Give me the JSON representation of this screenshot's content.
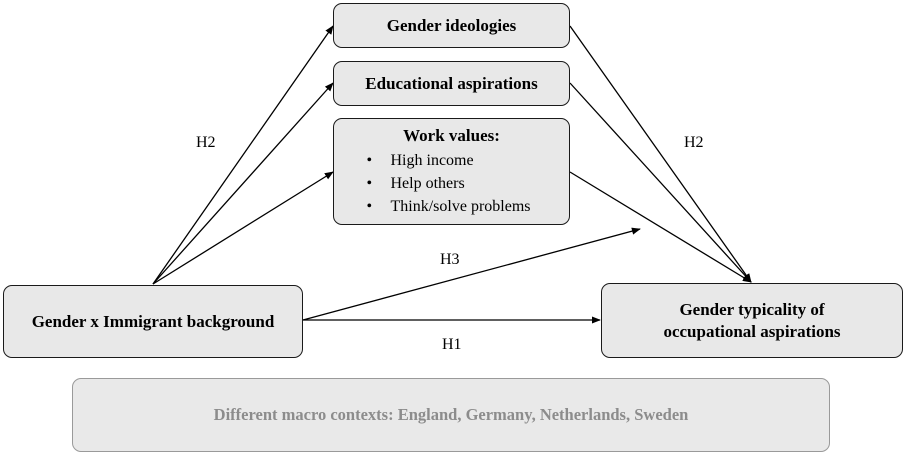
{
  "mediators": {
    "ideologies": "Gender ideologies",
    "aspirations": "Educational aspirations",
    "work_values": {
      "title": "Work values:",
      "items": [
        "High income",
        "Help others",
        "Think/solve problems"
      ]
    }
  },
  "predictor": "Gender x Immigrant background",
  "outcome": {
    "line1": "Gender typicality of",
    "line2": "occupational aspirations"
  },
  "context": "Different macro contexts: England, Germany, Netherlands, Sweden",
  "hypotheses": {
    "h2_left": "H2",
    "h2_right": "H2",
    "h3": "H3",
    "h1": "H1"
  }
}
